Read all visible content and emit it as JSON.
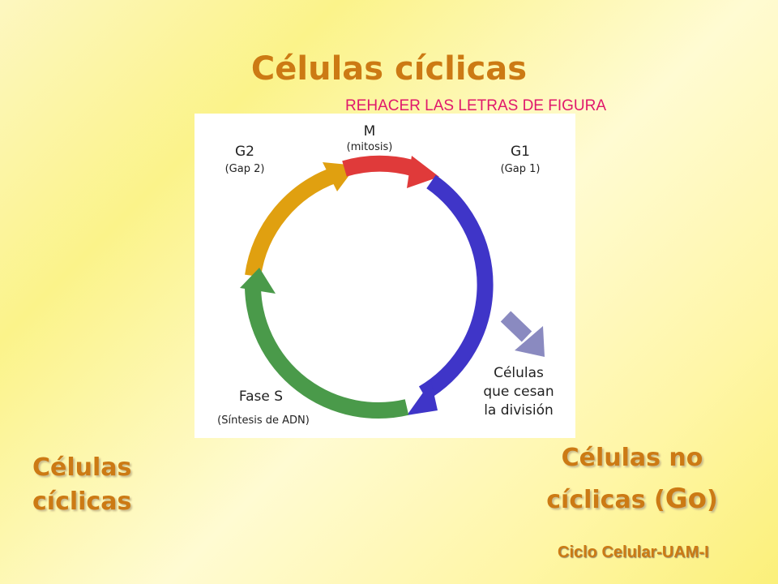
{
  "slide": {
    "title": "Células cíclicas",
    "note": "REHACER LAS LETRAS DE FIGURA",
    "left_label_line1": "Células",
    "left_label_line2": "cíclicas",
    "right_label_line1": "Células no",
    "right_label_line2_prefix": "cíclicas (",
    "right_label_go": "Go",
    "right_label_line2_suffix": ")",
    "footer": "Ciclo Celular-UAM-I"
  },
  "cycle": {
    "phases": [
      {
        "name": "M",
        "sub": "(mitosis)",
        "color": "#e03a3a"
      },
      {
        "name": "G1",
        "sub": "(Gap 1)",
        "color": "#3f35c8"
      },
      {
        "name": "Fase S",
        "sub": "(Síntesis de ADN)",
        "color": "#4a9a4a"
      },
      {
        "name": "G2",
        "sub": "(Gap 2)",
        "color": "#e0a010"
      }
    ],
    "exit_label": [
      "Células",
      "que cesan",
      "la división"
    ],
    "exit_color": "#8a8ac0"
  }
}
